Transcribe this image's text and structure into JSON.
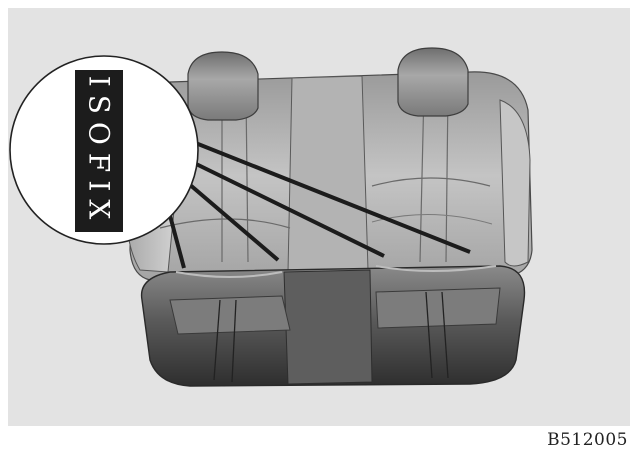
{
  "callout": {
    "label": "ISOFIX"
  },
  "figure": {
    "code": "B512005"
  },
  "colors": {
    "background": "#e3e3e3",
    "seat_light": "#b8b8b8",
    "seat_dark": "#3a3a3a",
    "strap": "#1c1c1c"
  },
  "icons": [
    "rear-seat-illustration",
    "isofix-anchor-strap",
    "magnifier-callout"
  ]
}
